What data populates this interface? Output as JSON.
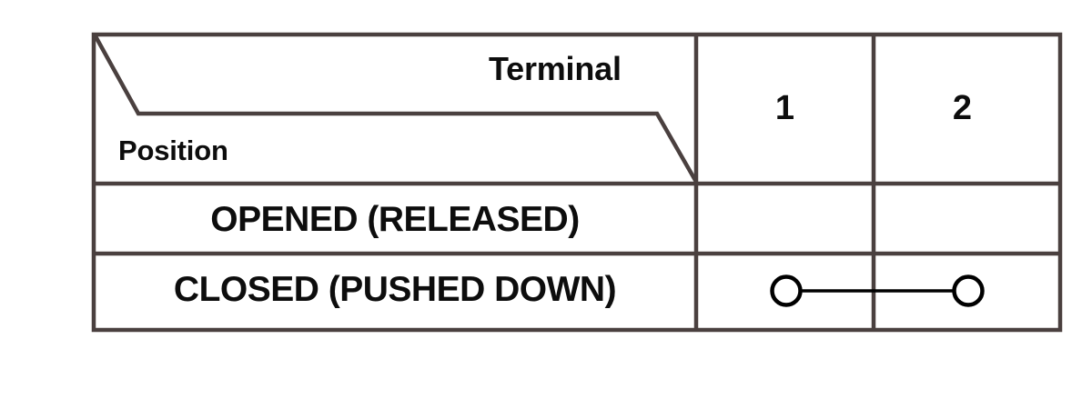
{
  "diagram": {
    "type": "switch-contact-table",
    "title_cell": {
      "upper_right_label": "Terminal",
      "lower_left_label": "Position",
      "split": "diagonal"
    },
    "columns": [
      {
        "key": "terminal_1",
        "label": "1"
      },
      {
        "key": "terminal_2",
        "label": "2"
      }
    ],
    "rows": [
      {
        "key": "opened",
        "label": "OPENED (RELEASED)",
        "continuity": false,
        "connection": "none"
      },
      {
        "key": "closed",
        "label": "CLOSED (PUSHED DOWN)",
        "continuity": true,
        "connection": "1-2"
      }
    ],
    "symbols": {
      "terminal_node": "open-circle",
      "link": "continuity-line"
    },
    "colors": {
      "border": "#4a403f",
      "text": "#0d0d0d",
      "symbol": "#000000",
      "background": "#ffffff"
    }
  }
}
